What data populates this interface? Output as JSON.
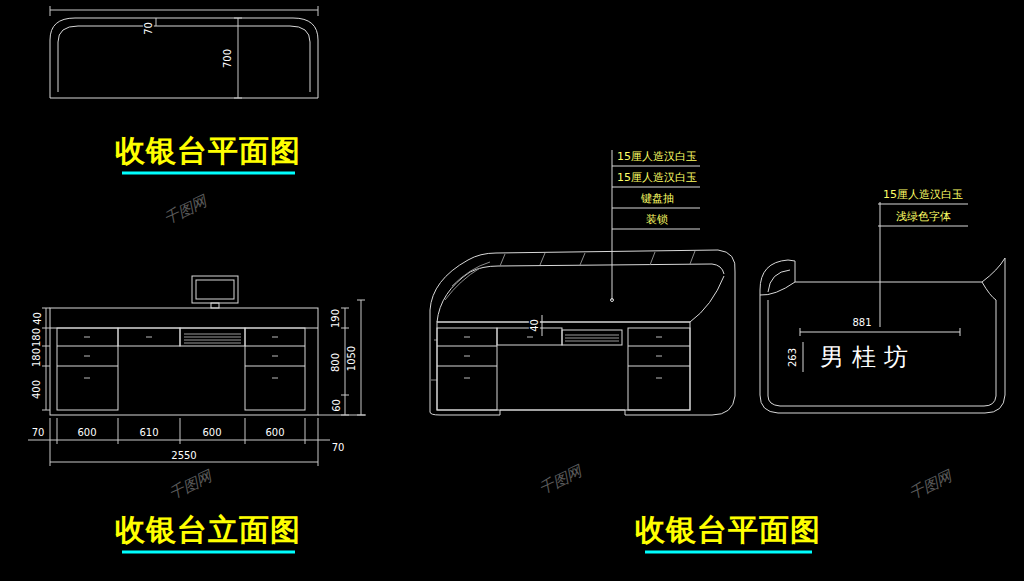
{
  "diagram": {
    "labels": [
      "70",
      "700",
      "收银台平面图",
      "40",
      "180",
      "180",
      "400",
      "190",
      "800",
      "60",
      "1050",
      "70",
      "600",
      "610",
      "600",
      "600",
      "70",
      "2550",
      "收银台立面图",
      "15厘人造汉白玉",
      "15厘人造汉白玉",
      "键盘抽",
      "装锁",
      "40",
      "15厘人造汉白玉",
      "浅绿色字体",
      "881",
      "263",
      "男 桂 坊",
      "收银台平面图",
      "千图网",
      "千图网",
      "千图网",
      "千图网"
    ]
  }
}
